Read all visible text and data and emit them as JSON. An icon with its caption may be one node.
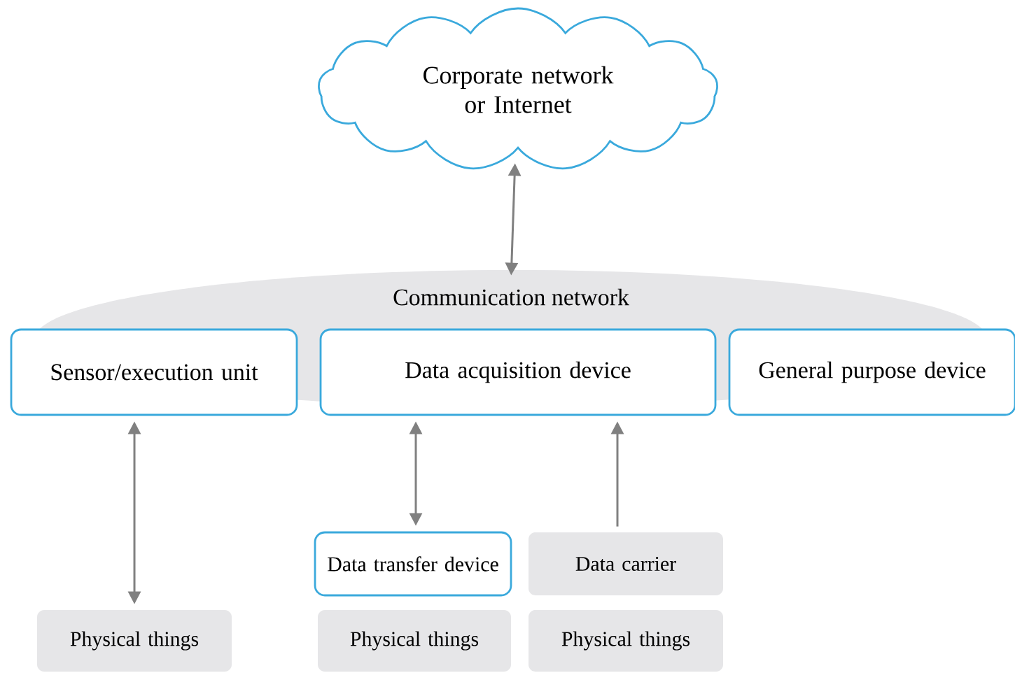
{
  "diagram": {
    "nodes": [
      {
        "text": [
          "Corporate network or Internet"
        ]
      },
      {
        "text": [
          "Communication network"
        ]
      },
      {
        "text": [
          "Sensor/execution unit"
        ]
      },
      {
        "text": [
          "Data acquisition device"
        ]
      },
      {
        "text": [
          "General purpose device"
        ]
      },
      {
        "text": [
          "Data transfer device"
        ]
      },
      {
        "text": [
          "Data carrier"
        ]
      },
      {
        "text": [
          "Physical things"
        ]
      },
      {
        "text": [
          "Physical things"
        ]
      },
      {
        "text": [
          "Physical things"
        ]
      }
    ],
    "edges": [
      {
        "from": 0,
        "to": 1,
        "arrow": "both"
      },
      {
        "from": 2,
        "to": 7,
        "arrow": "both"
      },
      {
        "from": 3,
        "to": 5,
        "arrow": "both"
      },
      {
        "from": 6,
        "to": 3,
        "arrow": "to"
      }
    ]
  }
}
